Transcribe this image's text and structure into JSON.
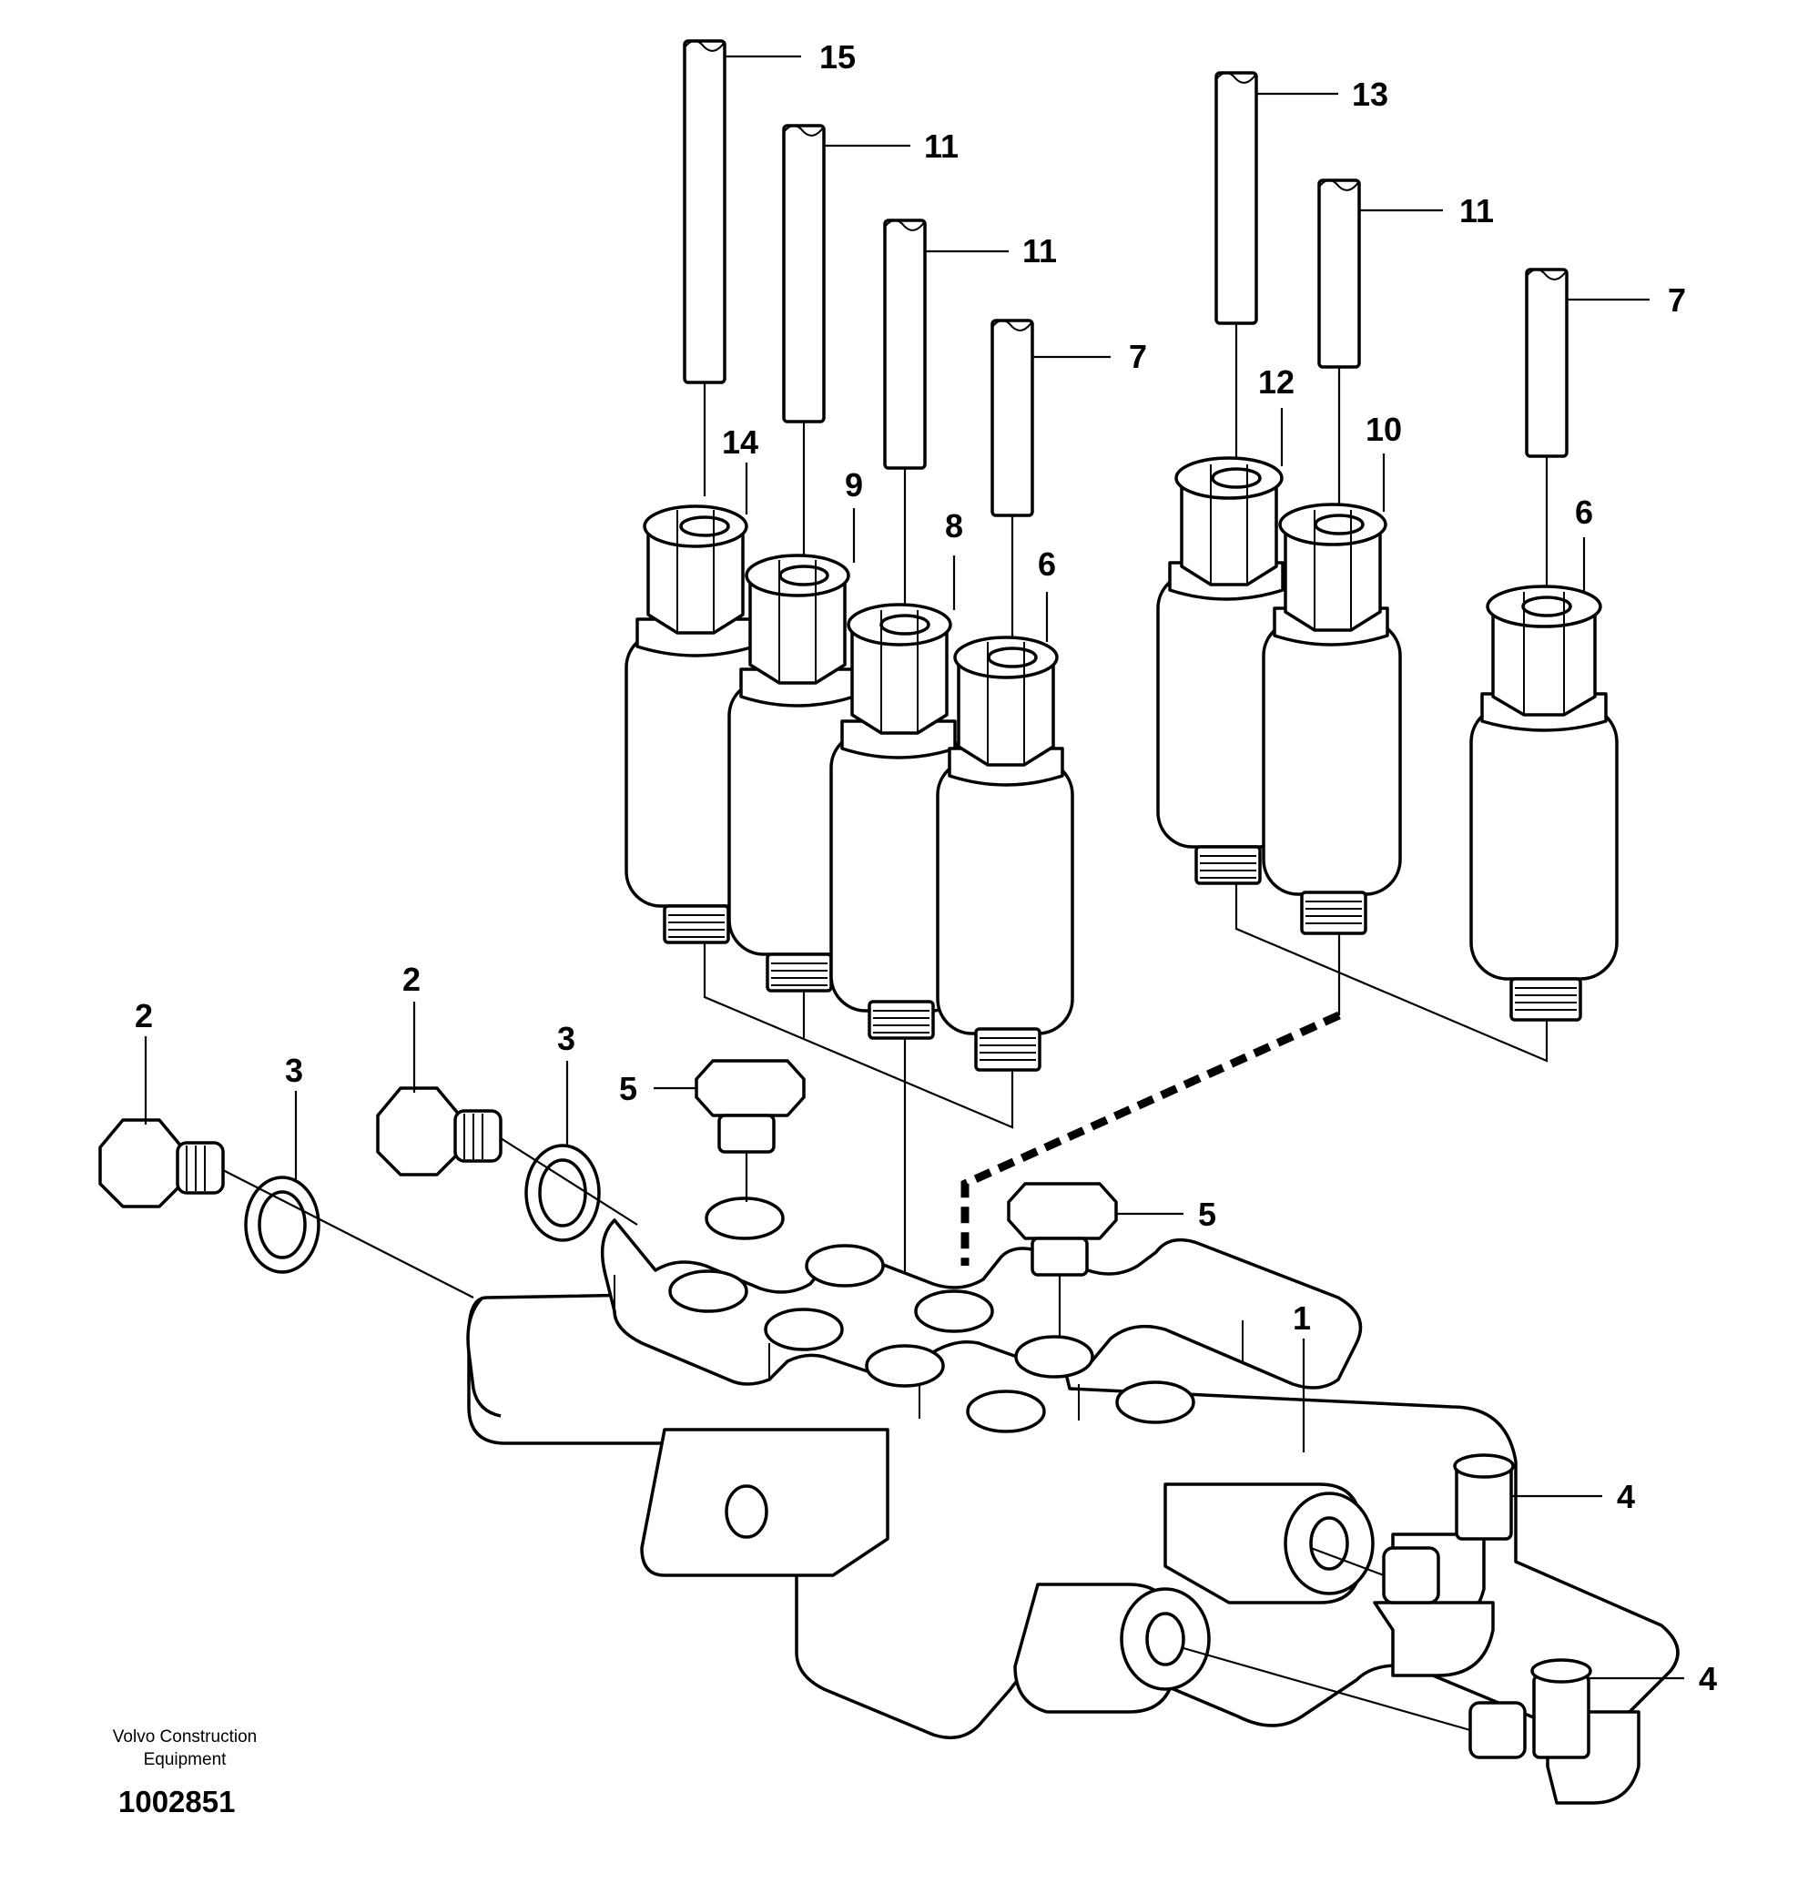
{
  "callouts": {
    "c15": "15",
    "c11a": "11",
    "c11b": "11",
    "c7a": "7",
    "c13": "13",
    "c11c": "11",
    "c7b": "7",
    "c14": "14",
    "c9": "9",
    "c8": "8",
    "c6a": "6",
    "c12": "12",
    "c10": "10",
    "c6b": "6",
    "c2a": "2",
    "c3a": "3",
    "c2b": "2",
    "c3b": "3",
    "c5a": "5",
    "c5b": "5",
    "c1": "1",
    "c4a": "4",
    "c4b": "4"
  },
  "footer": {
    "brand_line1": "Volvo Construction",
    "brand_line2": "Equipment",
    "doc_number": "1002851"
  }
}
